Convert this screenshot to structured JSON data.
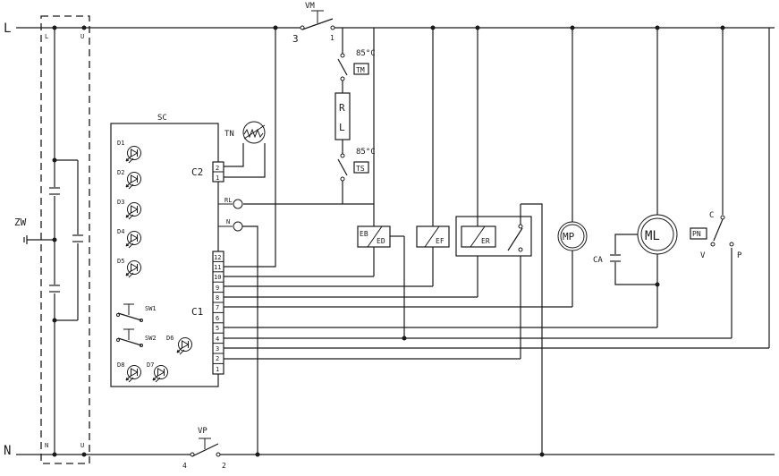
{
  "rails": {
    "line": "L",
    "neutral": "N"
  },
  "filter": {
    "name": "ZW",
    "top_left": "L",
    "top_right": "U",
    "bottom_left": "N",
    "bottom_right": "U"
  },
  "switch_vm": {
    "name": "VM",
    "pin_a": "3",
    "pin_b": "1"
  },
  "switch_vp": {
    "name": "VP",
    "pin_a": "4",
    "pin_b": "2"
  },
  "thermostat_tm": {
    "name": "TM",
    "temp": "85°C"
  },
  "thermostat_ts": {
    "name": "TS",
    "temp": "85°C"
  },
  "heater_rl": {
    "top": "R",
    "bottom": "L"
  },
  "controller": {
    "title": "SC",
    "leds": [
      "D1",
      "D2",
      "D3",
      "D4",
      "D5"
    ],
    "sw1": "SW1",
    "sw2": "SW2",
    "led_d6": "D6",
    "leds_bottom": [
      "D8",
      "D7"
    ],
    "c2_label": "C2",
    "c2_pins": [
      "2",
      "1"
    ],
    "c1_label": "C1",
    "c1_pins": [
      "12",
      "11",
      "10",
      "9",
      "8",
      "7",
      "6",
      "5",
      "4",
      "3",
      "2",
      "1"
    ],
    "rl_terminal": "RL",
    "n_terminal": "N"
  },
  "sensor_tn": {
    "name": "TN"
  },
  "valves": {
    "eb": "EB",
    "ed": "ED",
    "ef": "EF",
    "er": "ER"
  },
  "motors": {
    "mp": "MP",
    "ml": "ML",
    "capacitor": "CA"
  },
  "pressostat": {
    "name": "PN",
    "common": "C",
    "contact_v": "V",
    "contact_p": "P"
  }
}
